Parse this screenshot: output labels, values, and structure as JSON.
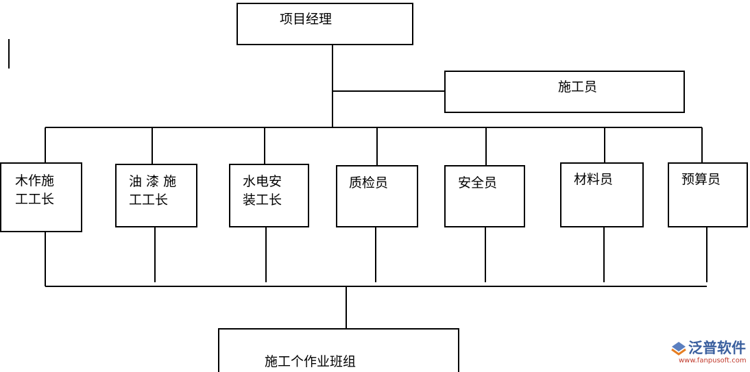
{
  "manager": "项目经理",
  "supervisor": "施工员",
  "roles": [
    {
      "line1": "木作施",
      "line2": "工工长"
    },
    {
      "line1": "油 漆 施",
      "line2": "工工长"
    },
    {
      "line1": "水电安",
      "line2": "装工长"
    },
    {
      "line1": "质检员",
      "line2": ""
    },
    {
      "line1": "安全员",
      "line2": ""
    },
    {
      "line1": "材料员",
      "line2": ""
    },
    {
      "line1": "预算员",
      "line2": ""
    }
  ],
  "team": "施工个作业班组",
  "watermark": {
    "name": "泛普软件",
    "url": "www.fanpusoft.com",
    "accent": "#3a5f9e",
    "url_color": "#c0392b",
    "icon": "fanpu-logo-icon"
  }
}
